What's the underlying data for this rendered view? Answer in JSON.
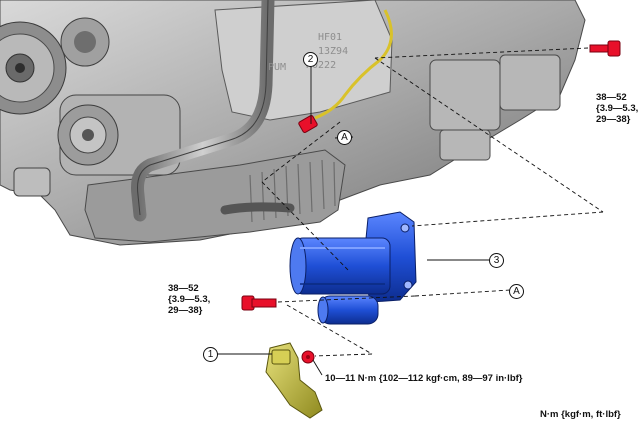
{
  "engine_stamp": {
    "line1": "HF01",
    "line2": "13Z94",
    "line3": "K0222",
    "partial": "PUM"
  },
  "callouts": {
    "c1": "1",
    "c2": "2",
    "c3": "3",
    "cA_engine": "A",
    "cA_starter": "A"
  },
  "torque_upper_bolt": {
    "line1": "38—52",
    "line2": "{3.9—5.3,",
    "line3": "29—38}"
  },
  "torque_lower_bolt": {
    "line1": "38—52",
    "line2": "{3.9—5.3,",
    "line3": "29—38}"
  },
  "torque_nut": "10—11 N·m {102—112 kgf·cm, 89—97 in·lbf}",
  "units_legend": "N·m {kgf·m, ft·lbf}",
  "colors": {
    "engine_gray": "#a8a8a8",
    "starter_blue": "#1f4fd6",
    "bracket_yellow": "#c9c23a",
    "fastener_red": "#e8102a"
  }
}
